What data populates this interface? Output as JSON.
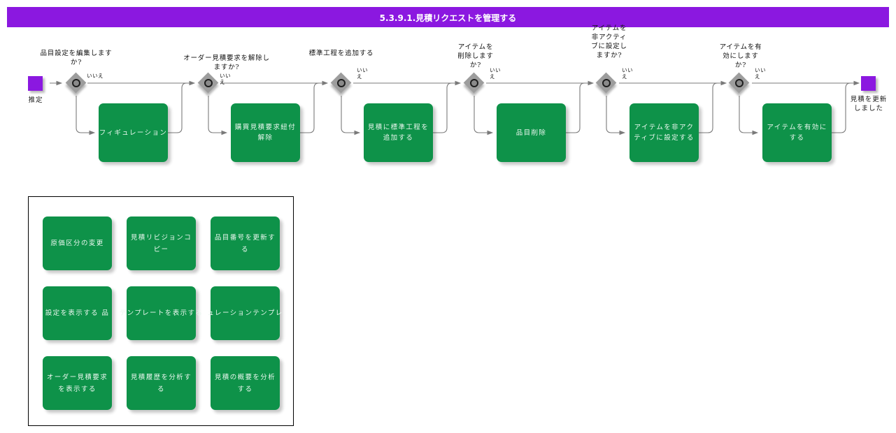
{
  "header": {
    "title": "5.3.9.1.見積リクエストを管理する",
    "bar_color": "#8b18e0",
    "text_color": "#ffffff"
  },
  "colors": {
    "accent_purple": "#8b18e0",
    "action_green": "#0e9249",
    "decision_gray": "#9d9d9d",
    "line": "#6b6b6b",
    "panel_border": "#000000"
  },
  "flow": {
    "start_node": {
      "label": "推定",
      "shape": "square",
      "color": "#8b18e0"
    },
    "end_node": {
      "label": "見積を更新しました",
      "shape": "square",
      "color": "#8b18e0"
    },
    "no_label": "いいえ",
    "steps": [
      {
        "question": "品目設定を編集しますか?",
        "no_label": "いいえ",
        "action": "フィギュレーション"
      },
      {
        "question": "オーダー見積要求を解除しますか?",
        "no_label": "いいえ",
        "action": "購買見積要求紐付解除"
      },
      {
        "question": "標準工程を追加する",
        "no_label": "いいえ",
        "action": "見積に標準工程を追加する"
      },
      {
        "question": "アイテムを削除しますか?",
        "no_label": "いいえ",
        "action": "品目削除"
      },
      {
        "question": "アイテムを非アクティブに設定しますか?",
        "no_label": "いいえ",
        "action": "アイテムを非アクティブに設定する"
      },
      {
        "question": "アイテムを有効にしますか?",
        "no_label": "いいえ",
        "action": "アイテムを有効にする"
      }
    ]
  },
  "panel": {
    "tiles": [
      {
        "label": "原価区分の変更",
        "overflow": false
      },
      {
        "label": "見積リビジョンコピー",
        "overflow": false
      },
      {
        "label": "品目番号を更新する",
        "overflow": false
      },
      {
        "label": "設定を表示する 品",
        "overflow": true
      },
      {
        "label": "テンプレートを表示する",
        "overflow": true
      },
      {
        "label": "ュレーションテンプレ",
        "overflow": true
      },
      {
        "label": "オーダー見積要求を表示する",
        "overflow": false
      },
      {
        "label": "見積履歴を分析する",
        "overflow": false
      },
      {
        "label": "見積の概要を分析する",
        "overflow": false
      }
    ]
  }
}
